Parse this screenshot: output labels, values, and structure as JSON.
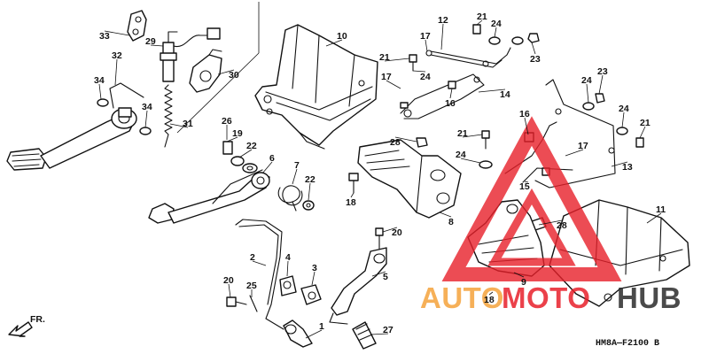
{
  "diagram": {
    "code": "HM8A—F2100 B",
    "direction_label": "FR.",
    "watermark": {
      "left": "AUTO",
      "middle": "MOTO",
      "right": "HUB"
    },
    "colors": {
      "watermark_red": "#e8202a",
      "watermark_orange": "#f4a23b",
      "watermark_black": "#2a2a2a",
      "line": "#111111"
    },
    "labels": [
      {
        "t": "1"
      },
      {
        "t": "2"
      },
      {
        "t": "3"
      },
      {
        "t": "4"
      },
      {
        "t": "5"
      },
      {
        "t": "6"
      },
      {
        "t": "7"
      },
      {
        "t": "8"
      },
      {
        "t": "9"
      },
      {
        "t": "10"
      },
      {
        "t": "11"
      },
      {
        "t": "12"
      },
      {
        "t": "13"
      },
      {
        "t": "14"
      },
      {
        "t": "15"
      },
      {
        "t": "16"
      },
      {
        "t": "16"
      },
      {
        "t": "17"
      },
      {
        "t": "17"
      },
      {
        "t": "17"
      },
      {
        "t": "18"
      },
      {
        "t": "18"
      },
      {
        "t": "19"
      },
      {
        "t": "20"
      },
      {
        "t": "20"
      },
      {
        "t": "21"
      },
      {
        "t": "21"
      },
      {
        "t": "21"
      },
      {
        "t": "21"
      },
      {
        "t": "22"
      },
      {
        "t": "22"
      },
      {
        "t": "23"
      },
      {
        "t": "23"
      },
      {
        "t": "24"
      },
      {
        "t": "24"
      },
      {
        "t": "24"
      },
      {
        "t": "24"
      },
      {
        "t": "24"
      },
      {
        "t": "25"
      },
      {
        "t": "26"
      },
      {
        "t": "27"
      },
      {
        "t": "28"
      },
      {
        "t": "28"
      },
      {
        "t": "29"
      },
      {
        "t": "30"
      },
      {
        "t": "31"
      },
      {
        "t": "32"
      },
      {
        "t": "33"
      },
      {
        "t": "34"
      },
      {
        "t": "34"
      }
    ]
  }
}
